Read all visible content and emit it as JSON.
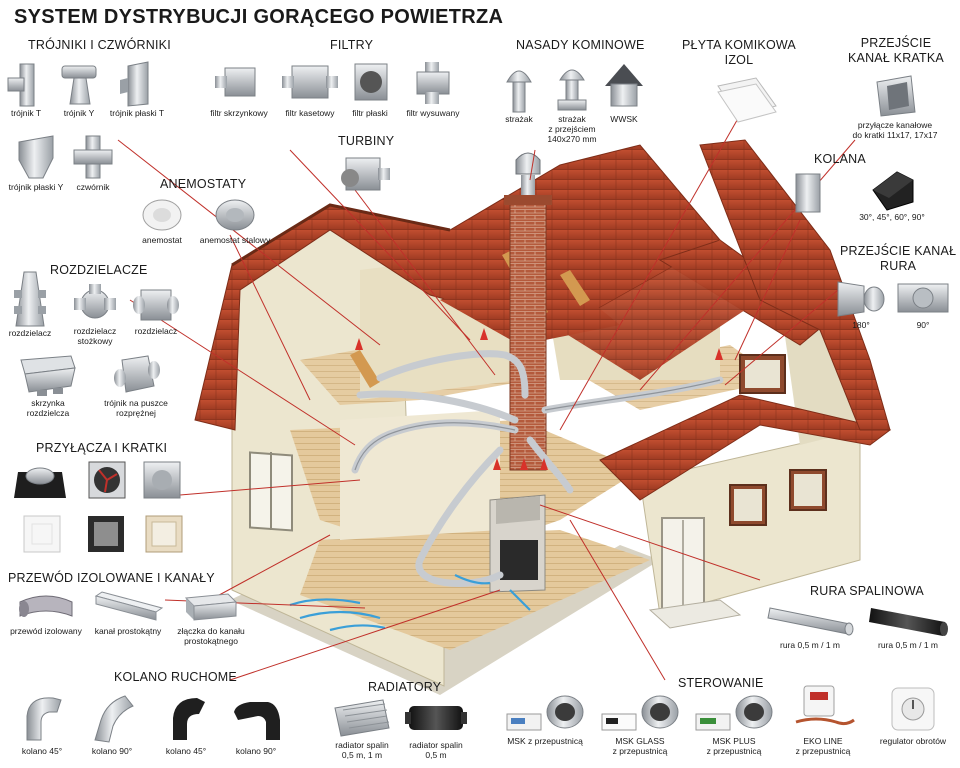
{
  "title": "SYSTEM DYSTRYBUCJI GORĄCEGO POWIETRZA",
  "sections": {
    "trojniki": {
      "heading": "TRÓJNIKI I CZWÓRNIKI",
      "items": [
        "trójnik T",
        "trójnik Y",
        "trójnik płaski T",
        "trójnik płaski Y",
        "czwórnik"
      ]
    },
    "filtry": {
      "heading": "FILTRY",
      "items": [
        "filtr skrzynkowy",
        "filtr kasetowy",
        "filtr płaski",
        "filtr wysuwany"
      ]
    },
    "nasady": {
      "heading": "NASADY KOMINOWE",
      "items": [
        "strażak",
        "strażak\nz przejściem\n140x270 mm",
        "WWSK"
      ]
    },
    "plyta": {
      "heading": "PŁYTA KOMIKOWA\nIZOL"
    },
    "przejscie_kratka": {
      "heading": "PRZEJŚCIE\nKANAŁ KRATKA",
      "items": [
        "przyłącze kanałowe\ndo kratki 11x17, 17x17"
      ]
    },
    "turbiny": {
      "heading": "TURBINY"
    },
    "anemostaty": {
      "heading": "ANEMOSTATY",
      "items": [
        "anemostat",
        "anemostat stalowy"
      ]
    },
    "kolana": {
      "heading": "KOLANA",
      "items": [
        "30°, 45°, 60°, 90°"
      ]
    },
    "przejscie_rura": {
      "heading": "PRZEJŚCIE KANAŁ\nRURA",
      "items": [
        "180°",
        "90°"
      ]
    },
    "rozdzielacze": {
      "heading": "ROZDZIELACZE",
      "items": [
        "rozdzielacz",
        "rozdzielacz\nstożkowy",
        "rozdzielacz",
        "skrzynka\nrozdzielcza",
        "trójnik na puszce\nrozprężnej"
      ]
    },
    "przylacza": {
      "heading": "PRZYŁĄCZA I KRATKI"
    },
    "przewod": {
      "heading": "PRZEWÓD IZOLOWANE I KANAŁY",
      "items": [
        "przewód izolowany",
        "kanał prostokątny",
        "złączka do kanału\nprostokątnego"
      ]
    },
    "rura_spalinowa": {
      "heading": "RURA SPALINOWA",
      "items": [
        "rura 0,5 m / 1 m",
        "rura 0,5 m / 1 m"
      ]
    },
    "kolano_ruchome": {
      "heading": "KOLANO RUCHOME",
      "items": [
        "kolano 45°",
        "kolano 90°",
        "kolano 45°",
        "kolano 90°"
      ]
    },
    "radiatory": {
      "heading": "RADIATORY",
      "items": [
        "radiator spalin\n0,5 m, 1 m",
        "radiator spalin\n0,5 m"
      ]
    },
    "sterowanie": {
      "heading": "STEROWANIE",
      "items": [
        "MSK z przepustnicą",
        "MSK GLASS\nz przepustnicą",
        "MSK PLUS\nz przepustnicą",
        "EKO LINE\nz przepustnicą",
        "regulator obrotów"
      ]
    }
  },
  "colors": {
    "roof": "#b8462a",
    "roof_dark": "#8f3420",
    "wall": "#ece6cf",
    "wall_shade": "#d9d1b3",
    "floor": "#e2c79a",
    "brick": "#b45a3c",
    "leader": "#c0302a",
    "metal": "#c5c9cd",
    "metal_dark": "#8a8f95",
    "black": "#1e1e1e"
  }
}
